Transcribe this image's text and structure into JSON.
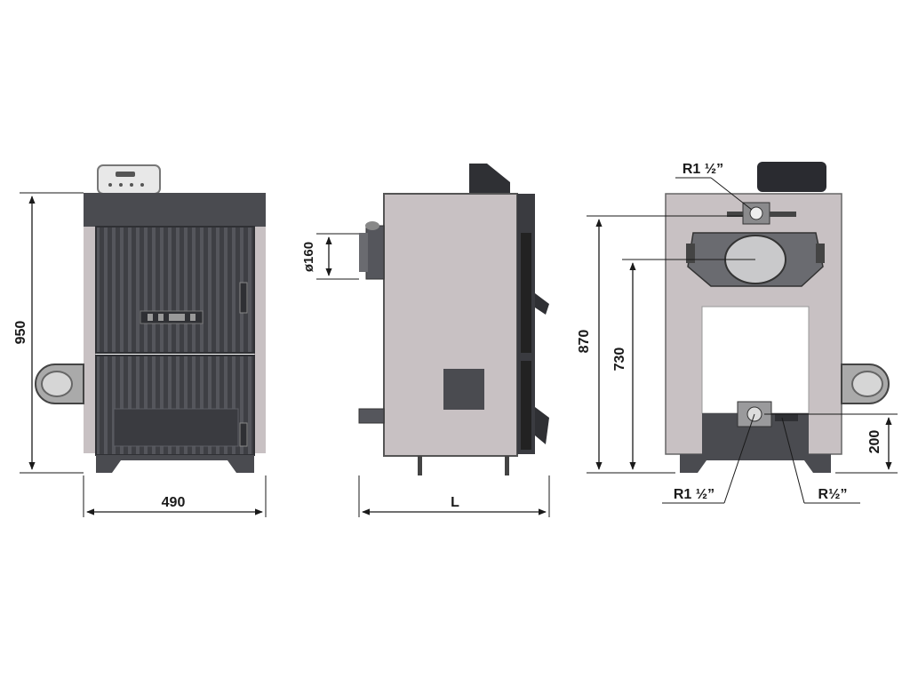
{
  "front_view": {
    "height_label": "950",
    "width_label": "490"
  },
  "side_view": {
    "flue_diameter_label": "ø160",
    "length_label": "L"
  },
  "rear_view": {
    "height_total_label": "870",
    "height_mid_label": "730",
    "height_low_label": "200",
    "connection_top_label": "R1 ½”",
    "connection_bottom_left_label": "R1 ½”",
    "connection_bottom_right_label": "R½”"
  },
  "colors": {
    "body_dark": "#4a4b50",
    "body_light": "#c8c1c3",
    "panel_grey": "#9a9a9c",
    "line": "#1a1a1a"
  }
}
